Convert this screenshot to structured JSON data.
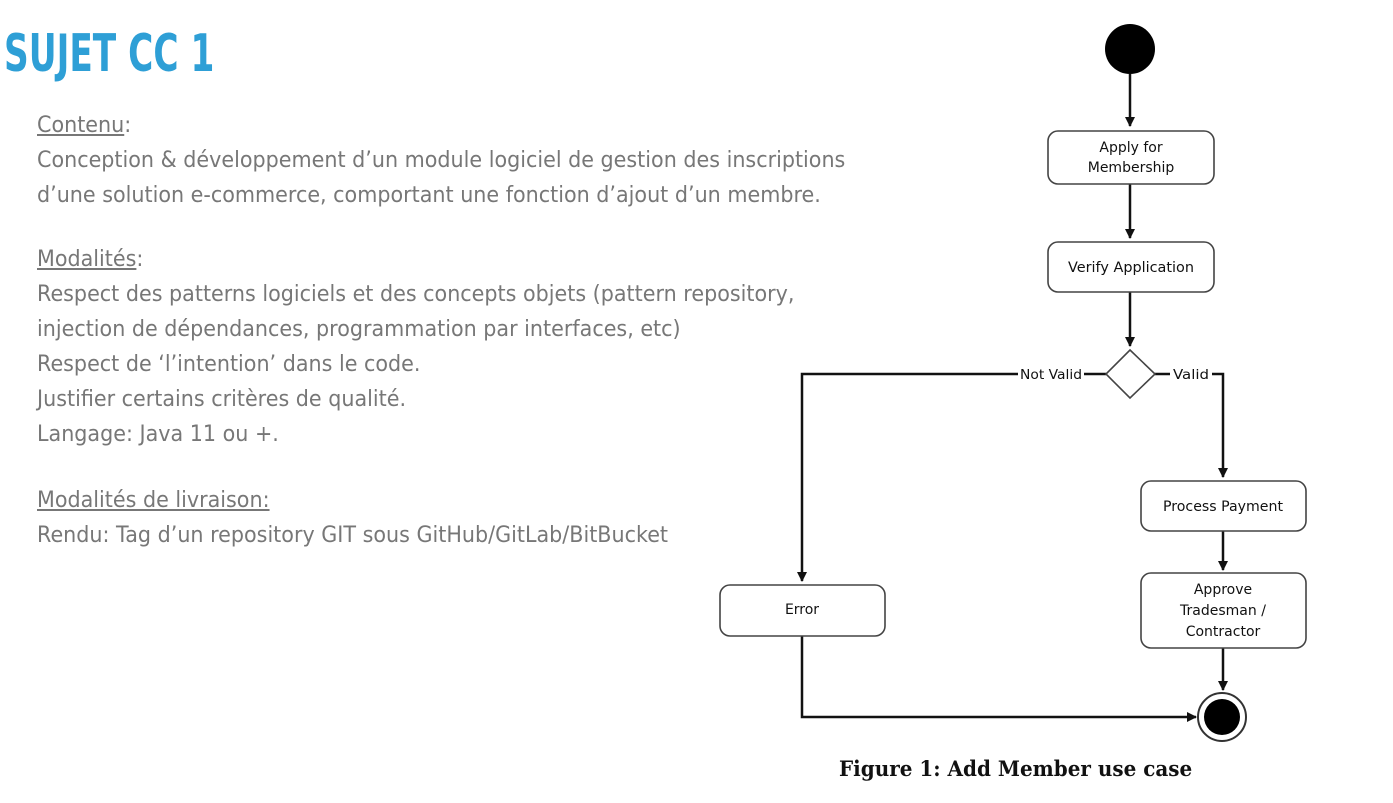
{
  "title": "SUJET CC 1",
  "sections": {
    "contenu": {
      "heading": "Contenu",
      "colon": ":",
      "lines": [
        "Conception & développement d’un module logiciel de gestion des inscriptions",
        "d’une solution e-commerce, comportant une fonction d’ajout d’un membre."
      ]
    },
    "modalites": {
      "heading": "Modalités",
      "colon": ":",
      "lines": [
        "Respect des patterns logiciels et des concepts objets (pattern repository,",
        "injection de dépendances, programmation par interfaces, etc)",
        "Respect de ‘l’intention’ dans le code.",
        "Justifier certains critères de qualité.",
        "Langage: Java 11 ou +."
      ]
    },
    "livraison": {
      "heading": "Modalités de livraison:",
      "lines": [
        "Rendu: Tag d’un repository GIT sous GitHub/GitLab/BitBucket"
      ]
    }
  },
  "diagram": {
    "nodes": {
      "apply": [
        "Apply for",
        "Membership"
      ],
      "verify": [
        "Verify Application"
      ],
      "payment": [
        "Process Payment"
      ],
      "approve": [
        "Approve",
        "Tradesman /",
        "Contractor"
      ],
      "error": [
        "Error"
      ]
    },
    "edges": {
      "not_valid": "Not Valid",
      "valid": "Valid"
    },
    "caption": "Figure 1: Add Member use case"
  }
}
